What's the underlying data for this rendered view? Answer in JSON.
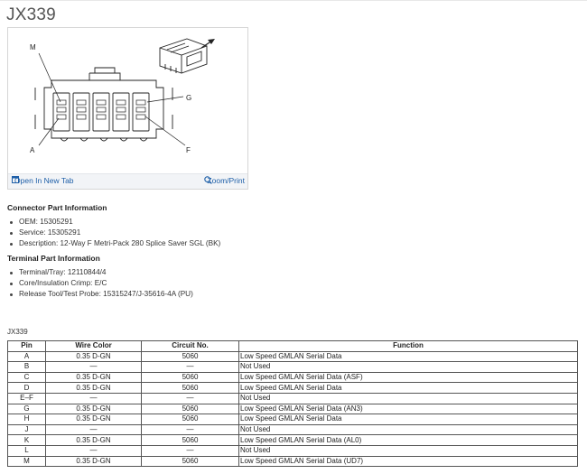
{
  "page": {
    "title": "JX339"
  },
  "figure": {
    "callouts": {
      "m": "M",
      "a": "A",
      "g": "G",
      "f": "F"
    },
    "open_label": "Open In New Tab",
    "zoom_label": "Zoom/Print",
    "open_icon": "new-tab-icon",
    "zoom_icon": "magnifier-icon"
  },
  "connector": {
    "heading": "Connector Part Information",
    "items": [
      "OEM: 15305291",
      "Service: 15305291",
      "Description: 12-Way F Metri-Pack 280 Splice Saver SGL (BK)"
    ]
  },
  "terminal": {
    "heading": "Terminal Part Information",
    "items": [
      "Terminal/Tray: 12110844/4",
      "Core/Insulation Crimp: E/C",
      "Release Tool/Test Probe: 15315247/J-35616-4A (PU)"
    ]
  },
  "table": {
    "caption": "JX339",
    "headers": [
      "Pin",
      "Wire Color",
      "Circuit No.",
      "Function"
    ],
    "rows": [
      [
        "A",
        "0.35 D-GN",
        "5060",
        "Low Speed GMLAN Serial Data"
      ],
      [
        "B",
        "—",
        "—",
        "Not Used"
      ],
      [
        "C",
        "0.35 D-GN",
        "5060",
        "Low Speed GMLAN Serial Data (ASF)"
      ],
      [
        "D",
        "0.35 D-GN",
        "5060",
        "Low Speed GMLAN Serial Data"
      ],
      [
        "E–F",
        "—",
        "—",
        "Not Used"
      ],
      [
        "G",
        "0.35 D-GN",
        "5060",
        "Low Speed GMLAN Serial Data (AN3)"
      ],
      [
        "H",
        "0.35 D-GN",
        "5060",
        "Low Speed GMLAN Serial Data"
      ],
      [
        "J",
        "—",
        "—",
        "Not Used"
      ],
      [
        "K",
        "0.35 D-GN",
        "5060",
        "Low Speed GMLAN Serial Data (AL0)"
      ],
      [
        "L",
        "—",
        "—",
        "Not Used"
      ],
      [
        "M",
        "0.35 D-GN",
        "5060",
        "Low Speed GMLAN Serial Data (UD7)"
      ]
    ]
  }
}
